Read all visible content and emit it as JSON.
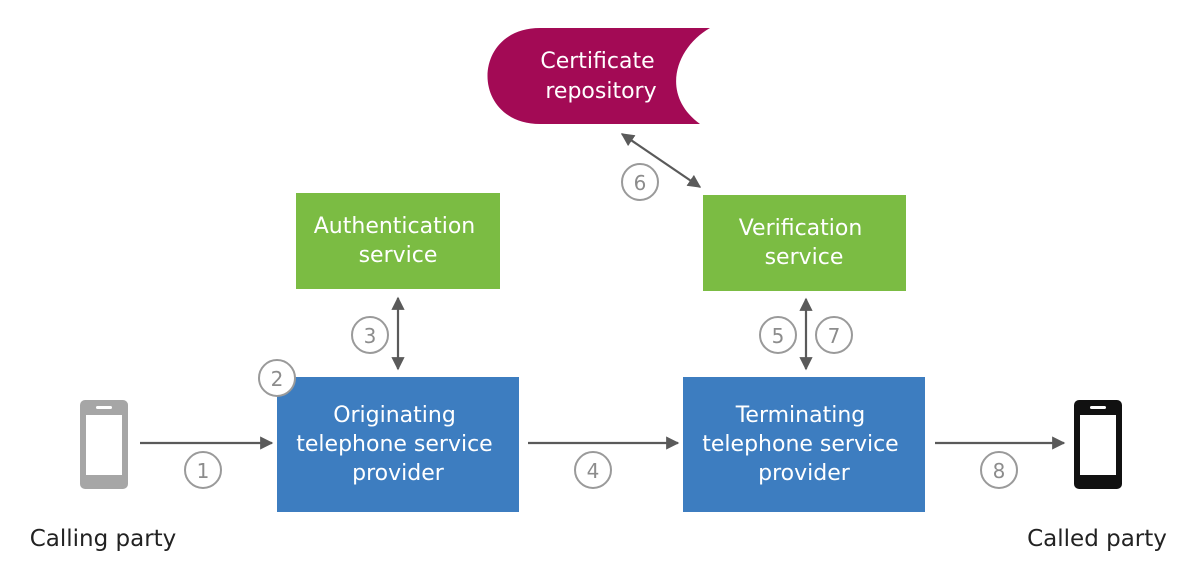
{
  "colors": {
    "repository": "#a30a55",
    "service": "#7bbc43",
    "provider": "#3d7dc0",
    "phone_caller": "#a6a6a6",
    "phone_called": "#111111",
    "arrow": "#5a5a5a",
    "step_circle": "#9a9a9a"
  },
  "nodes": {
    "repository": {
      "lines": [
        "Certificate",
        "repository"
      ]
    },
    "authentication": {
      "lines": [
        "Authentication",
        "service"
      ]
    },
    "verification": {
      "lines": [
        "Verification",
        "service"
      ]
    },
    "originating": {
      "lines": [
        "Originating",
        "telephone service",
        "provider"
      ]
    },
    "terminating": {
      "lines": [
        "Terminating",
        "telephone service",
        "provider"
      ]
    }
  },
  "parties": {
    "calling": "Calling party",
    "called": "Called party"
  },
  "steps": {
    "s1": "1",
    "s2": "2",
    "s3": "3",
    "s4": "4",
    "s5": "5",
    "s6": "6",
    "s7": "7",
    "s8": "8"
  },
  "icons": {
    "calling_phone": "smartphone-icon",
    "called_phone": "smartphone-icon"
  }
}
